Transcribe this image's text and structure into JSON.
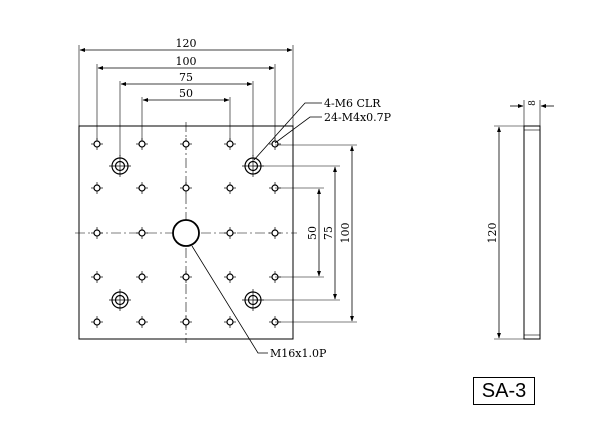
{
  "dimensions": {
    "top": [
      "120",
      "100",
      "75",
      "50"
    ],
    "right": [
      "50",
      "75",
      "100"
    ],
    "side_height": "120",
    "side_thickness": "8"
  },
  "callouts": {
    "clearance_holes": "4-M6 CLR",
    "tapped_holes": "24-M4x0.7P",
    "center_hole": "M16x1.0P"
  },
  "label": "SA-3"
}
